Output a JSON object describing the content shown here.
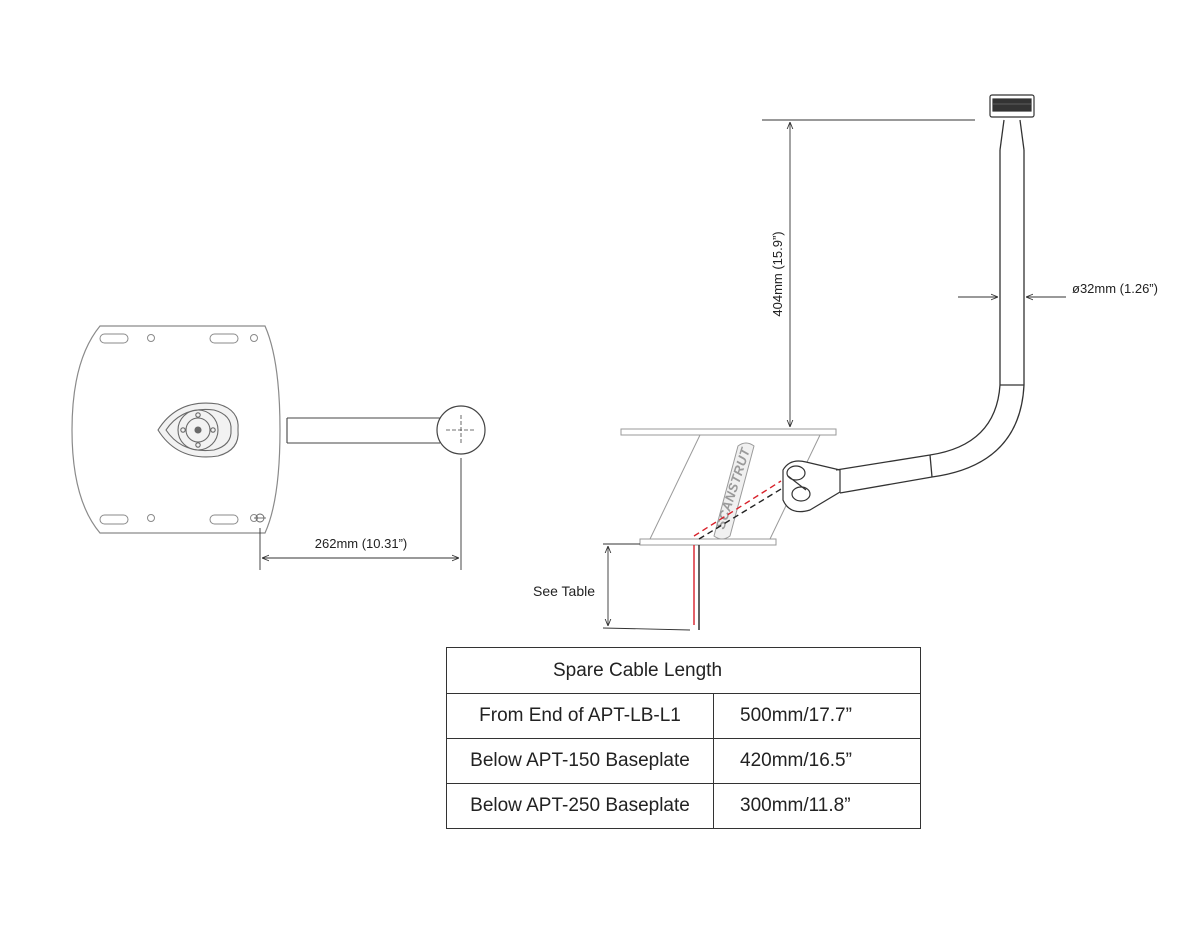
{
  "dimensions": {
    "base_offset": "262mm (10.31”)",
    "mast_height": "404mm (15.9”)",
    "tube_diameter": "ø32mm (1.26”)",
    "cable_note": "See Table"
  },
  "logo_text": "SCANSTRUT",
  "colors": {
    "line": "#333333",
    "light_line": "#9a9a9a",
    "cable_red": "#d8202a",
    "cable_black": "#222222"
  },
  "table": {
    "title": "Spare Cable Length",
    "rows": [
      {
        "label": "From End of APT-LB-L1",
        "value": "500mm/17.7”"
      },
      {
        "label": "Below APT-150 Baseplate",
        "value": "420mm/16.5”"
      },
      {
        "label": "Below APT-250 Baseplate",
        "value": "300mm/11.8”"
      }
    ]
  }
}
